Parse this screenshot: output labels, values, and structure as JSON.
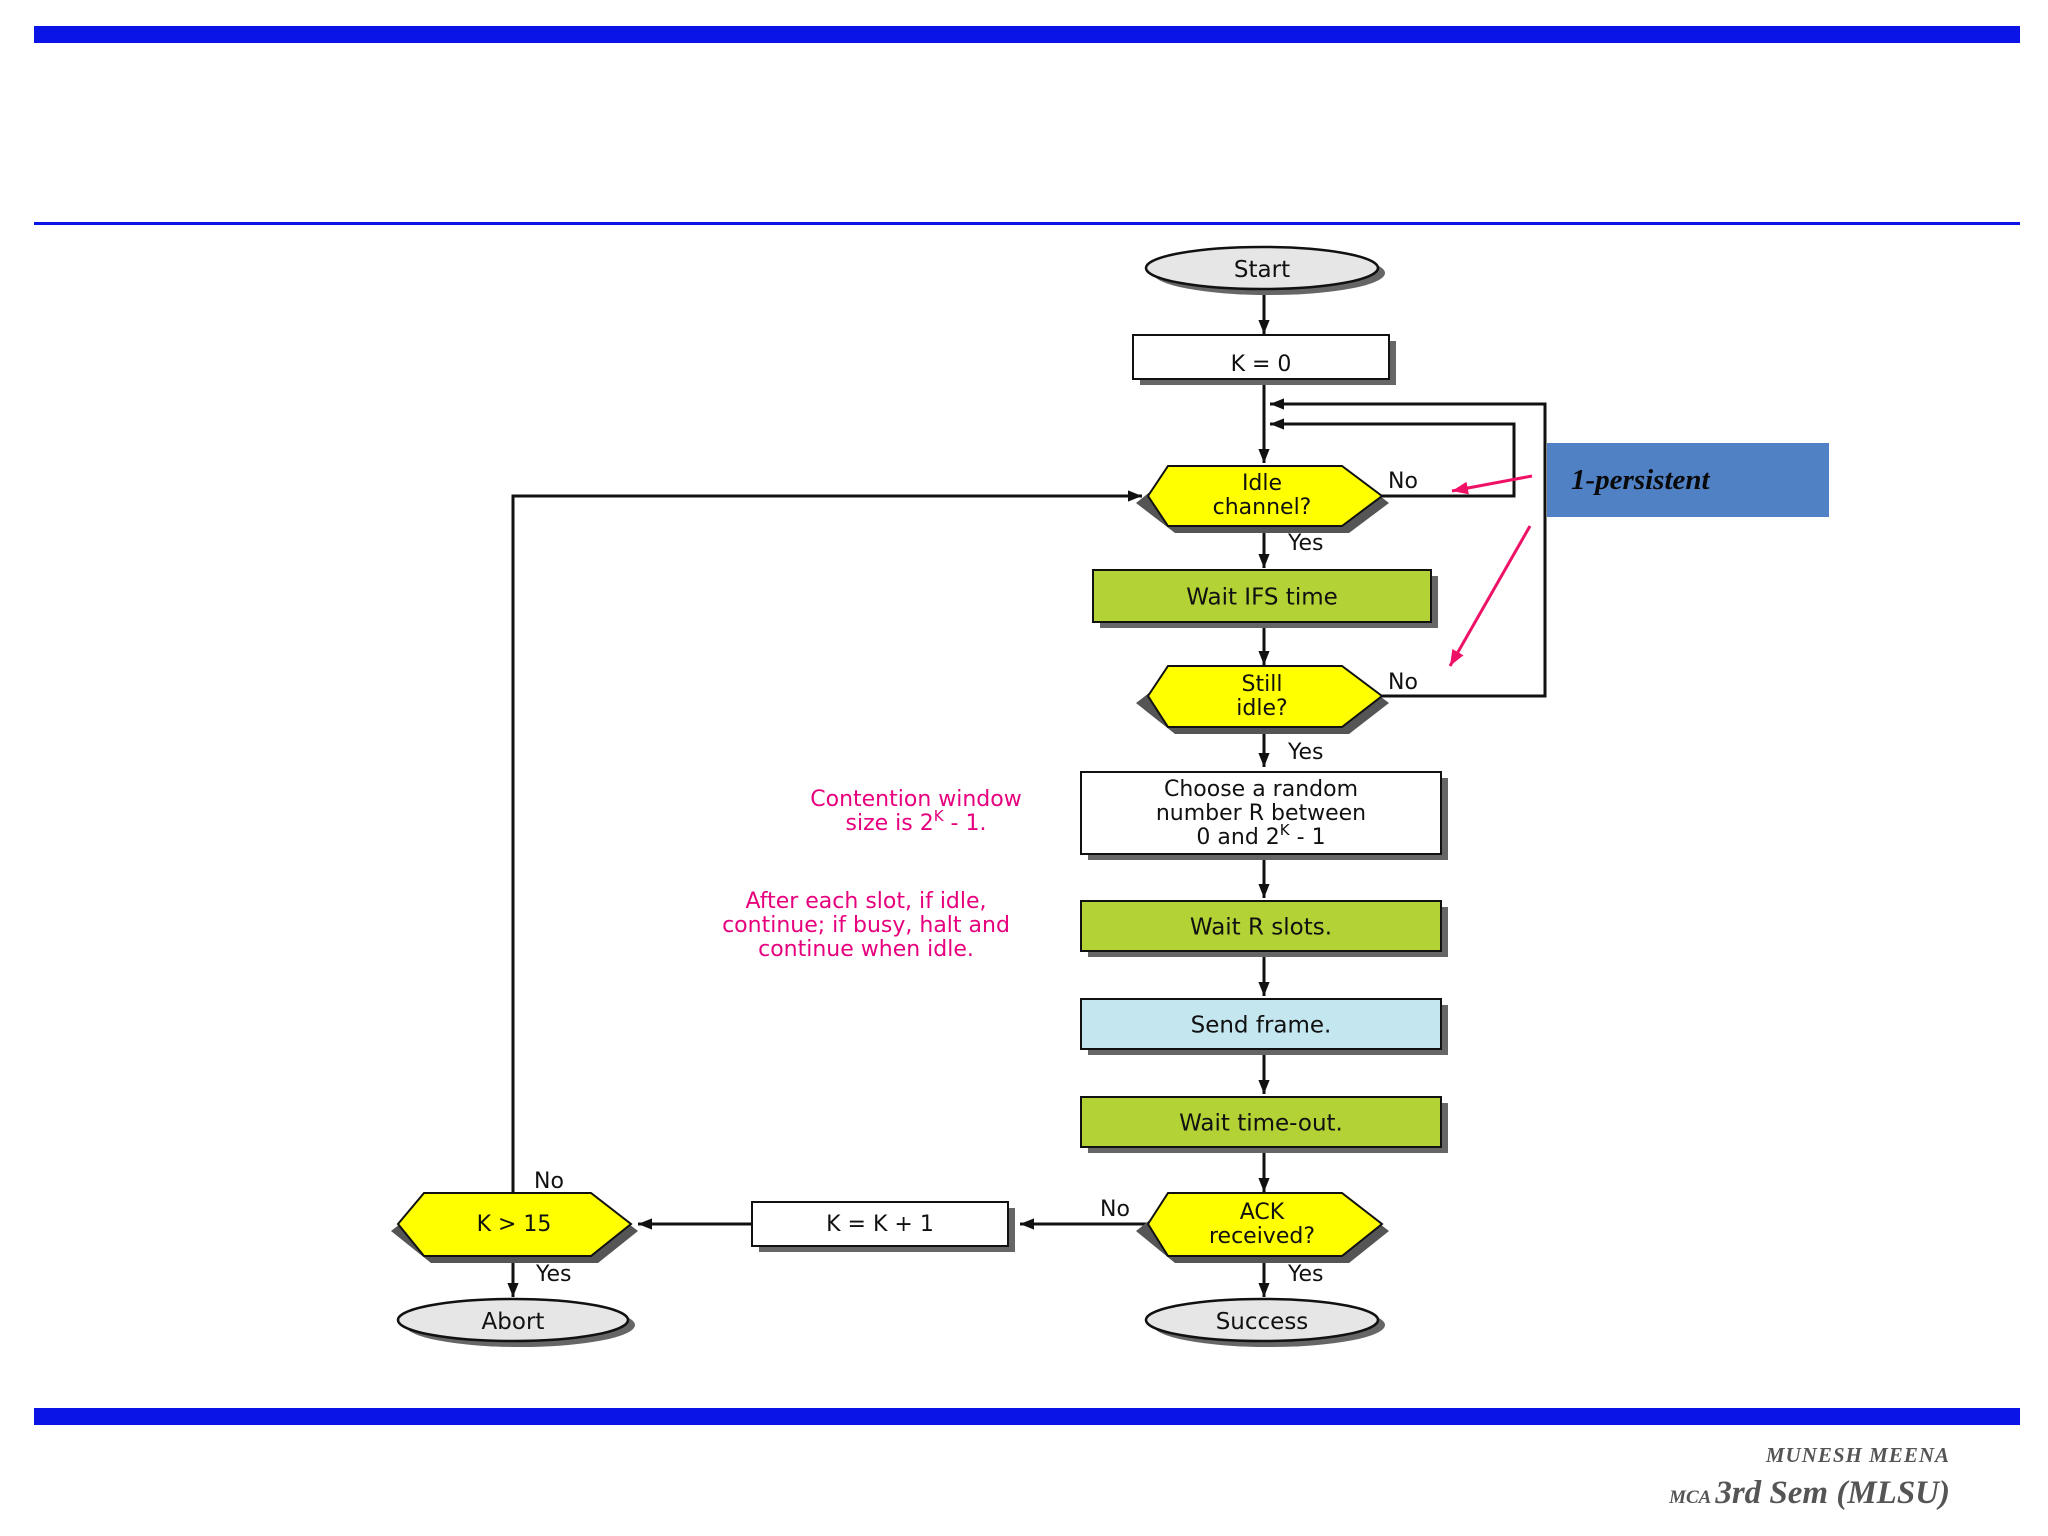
{
  "colors": {
    "bar": "#0a14e6",
    "decision_fill": "#ffff00",
    "process_green": "#b2d235",
    "process_blue": "#c3e6ef",
    "terminal_fill": "#e6e6e6",
    "annotation_text": "#e6007e",
    "pointer_arrow": "#ee1166",
    "callout_fill": "#4f81c4"
  },
  "flowchart": {
    "start": "Start",
    "init_k": "K = 0",
    "idle_channel": [
      "Idle",
      "channel?"
    ],
    "wait_ifs": "Wait IFS time",
    "still_idle": [
      "Still",
      "idle?"
    ],
    "choose_random_lines": [
      "Choose a random",
      "number R between"
    ],
    "choose_random_last": "0 and 2",
    "choose_random_exp": "K",
    "choose_random_tail": " - 1",
    "wait_r_slots": "Wait R slots.",
    "send_frame": "Send frame.",
    "wait_timeout": "Wait time-out.",
    "ack_received": [
      "ACK",
      "received?"
    ],
    "increment_k": "K = K + 1",
    "k_gt_15": "K > 15",
    "abort": "Abort",
    "success": "Success",
    "yes": "Yes",
    "no": "No"
  },
  "annotations": {
    "contention_line1": "Contention window",
    "contention_line2_pre": "size is 2",
    "contention_exp": "K",
    "contention_line2_post": " - 1.",
    "after_slot_lines": [
      "After each slot, if idle,",
      "continue; if busy, halt and",
      "continue when idle."
    ]
  },
  "callout": {
    "label": "1-persistent"
  },
  "footer": {
    "name": "MUNESH   MEENA",
    "course_prefix": "MCA",
    "course": "3rd Sem (MLSU)"
  }
}
